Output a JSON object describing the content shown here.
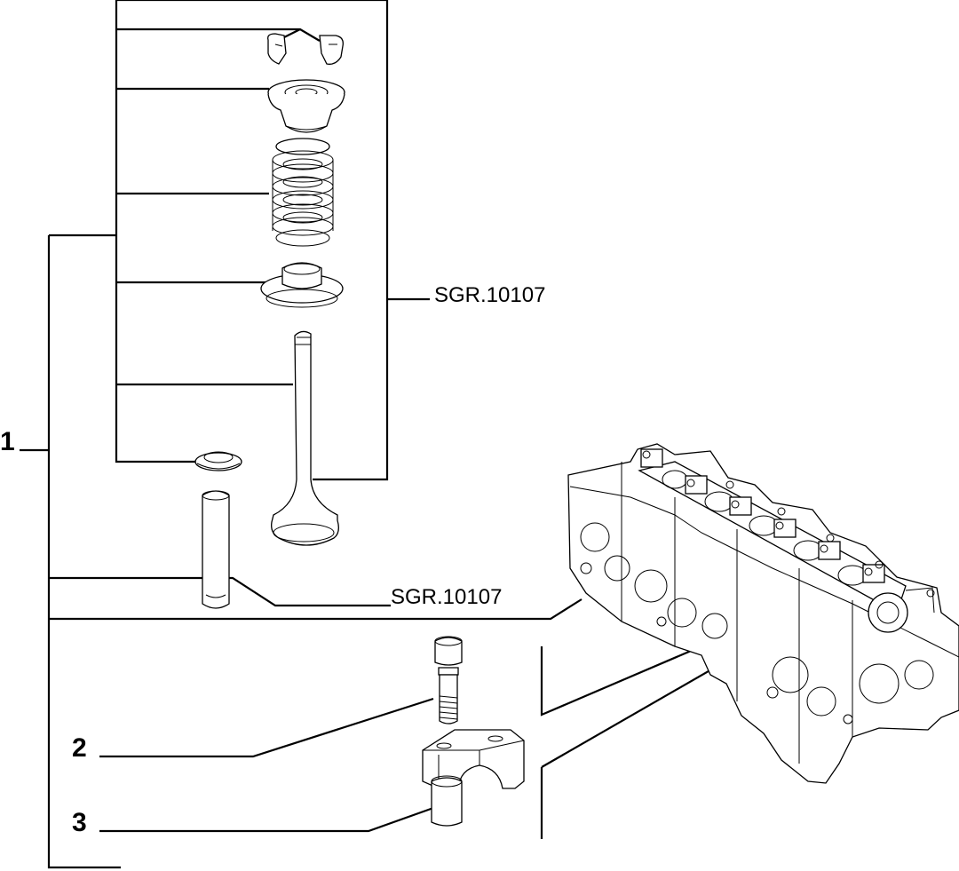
{
  "callouts": {
    "item_1": "1",
    "item_2": "2",
    "item_3": "3"
  },
  "references": {
    "valve_group_ref": "SGR.10107",
    "guide_ref": "SGR.10107"
  }
}
